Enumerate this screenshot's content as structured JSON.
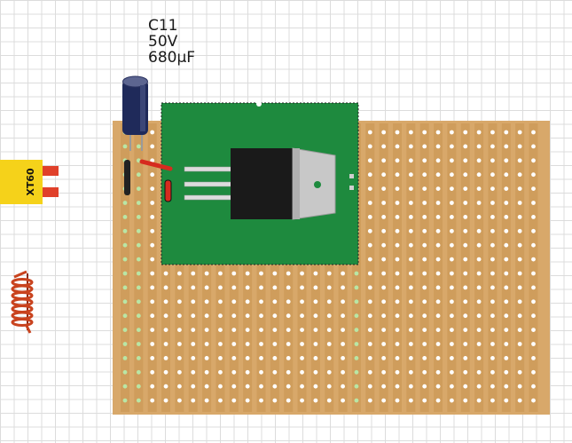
{
  "capacitor": {
    "name": "C11",
    "voltage": "50V",
    "capacitance": "680µF"
  },
  "connector": {
    "label": "XT60"
  },
  "colors": {
    "grid_line": "#dcdcdc",
    "board": "#d8a86a",
    "board_strip": "#c99350",
    "hole": "#ffffff",
    "hole_green": "#b9e6a5",
    "module_pcb": "#1e8a3e",
    "regulator_body": "#1a1a1a",
    "regulator_tab": "#c8c8c8",
    "connector_yellow": "#f5d21a",
    "connector_red": "#e0402a",
    "inductor": "#c9431e",
    "capacitor_body": "#1f2a5a",
    "wire_red": "#d62b1f"
  }
}
